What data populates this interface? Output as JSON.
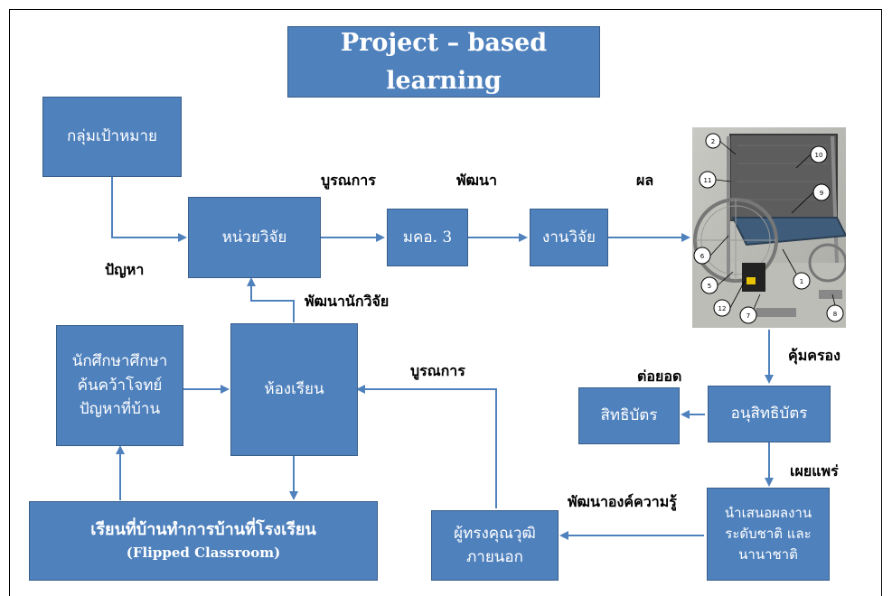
{
  "title": "Project – based learning",
  "boxes": {
    "target_group": "กลุ่มเป้าหมาย",
    "research_unit": "หน่วยวิจัย",
    "mko3": "มคอ. 3",
    "research_work": "งานวิจัย",
    "students": [
      "นักศึกษาศึกษา",
      "ค้นคว้าโจทย์",
      "ปัญหาที่บ้าน"
    ],
    "classroom": "ห้องเรียน",
    "flipped": [
      "เรียนที่บ้านทำการบ้านที่โรงเรียน",
      "(Flipped Classroom)"
    ],
    "experts": [
      "ผู้ทรงคุณวุฒิ",
      "ภายนอก"
    ],
    "patent": "สิทธิบัตร",
    "petty_patent": "อนุสิทธิบัตร",
    "presentation": [
      "นำเสนอผลงาน",
      "ระดับชาติ และ",
      "นานาชาติ"
    ]
  },
  "labels": {
    "problem": "ปัญหา",
    "integrate1": "บูรณการ",
    "develop": "พัฒนา",
    "result": "ผล",
    "develop_researcher": "พัฒนานักวิจัย",
    "integrate2": "บูรณการ",
    "protect": "คุ้มครอง",
    "extend": "ต่อยอด",
    "disseminate": "เผยแพร่",
    "develop_knowledge": "พัฒนาองค์ความรู้"
  },
  "photo_callouts": [
    "2",
    "10",
    "11",
    "9",
    "6",
    "1",
    "5",
    "12",
    "7",
    "8"
  ]
}
